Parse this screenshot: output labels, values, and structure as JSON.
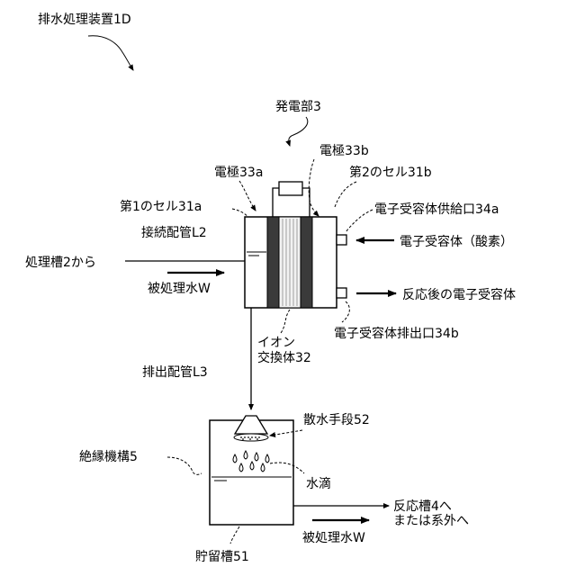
{
  "title": "排水処理装置1D",
  "labels": {
    "power_unit": "発電部3",
    "electrode_b": "電極33b",
    "electrode_a": "電極33a",
    "cell2": "第2のセル31b",
    "cell1": "第1のセル31a",
    "acceptor_supply_port": "電子受容体供給口34a",
    "connection_pipe": "接続配管L2",
    "acceptor_in": "電子受容体（酸素）",
    "from_tank": "処理槽2から",
    "treated_water_in": "被処理水W",
    "acceptor_out": "反応後の電子受容体",
    "acceptor_discharge_port": "電子受容体排出口34b",
    "ion_exchanger_1": "イオン",
    "ion_exchanger_2": "交換体32",
    "discharge_pipe": "排出配管L3",
    "sprinkler": "散水手段52",
    "insulation": "絶縁機構5",
    "water_drops": "水滴",
    "to_reaction_1": "反応槽4へ",
    "to_reaction_2": "または系外へ",
    "treated_water_out": "被処理水W",
    "storage_tank": "貯留槽51"
  }
}
